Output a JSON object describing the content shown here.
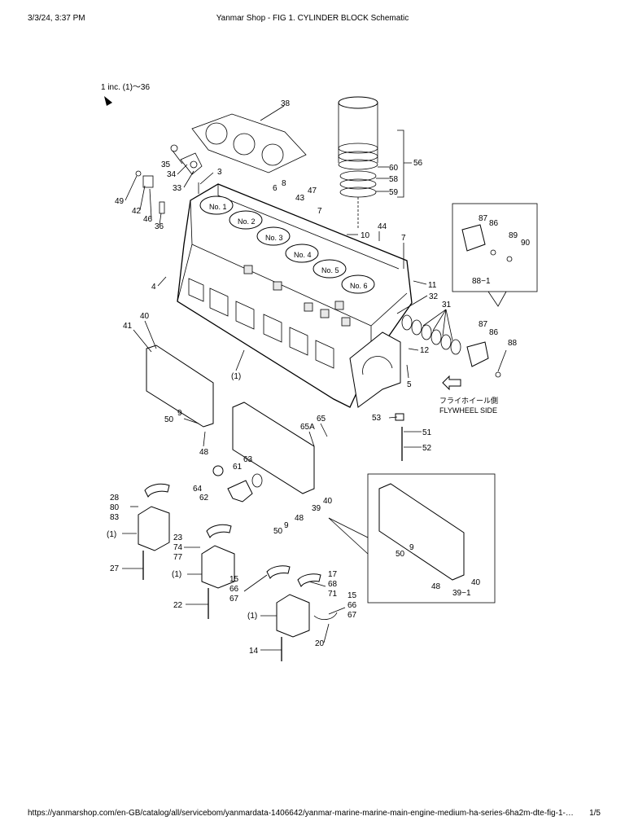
{
  "header": {
    "datetime": "3/3/24, 3:37 PM",
    "title": "Yanmar Shop - FIG 1. CYLINDER BLOCK Schematic"
  },
  "footer": {
    "url": "https://yanmarshop.com/en-GB/catalog/all/servicebom/yanmardata-1406642/yanmar-marine-marine-main-engine-medium-ha-series-6ha2m-dte-fig-1-…",
    "page": "1/5"
  },
  "diagram": {
    "inc_note": "1 inc. (1)～36",
    "flywheel_jp": "フライホイール側",
    "flywheel_en": "FLYWHEEL SIDE",
    "cylinders": [
      "No. 1",
      "No. 2",
      "No. 3",
      "No. 4",
      "No. 5",
      "No. 6"
    ],
    "callouts": {
      "c38": "38",
      "c56": "56",
      "c60": "60",
      "c58": "58",
      "c59": "59",
      "c35": "35",
      "c34": "34",
      "c33": "33",
      "c3": "3",
      "c49": "49",
      "c42": "42",
      "c46": "46",
      "c36": "36",
      "c6": "6",
      "c8": "8",
      "c43": "43",
      "c47": "47",
      "c7a": "7",
      "c10": "10",
      "c44": "44",
      "c7b": "7",
      "c11": "11",
      "c4": "4",
      "c32": "32",
      "c31": "31",
      "c12": "12",
      "c5": "5",
      "c87a": "87",
      "c86a": "86",
      "c89": "89",
      "c90": "90",
      "c88_1": "88−1",
      "c87b": "87",
      "c86b": "86",
      "c88": "88",
      "c40a": "40",
      "c41": "41",
      "c1a": "(1)",
      "c9a": "9",
      "c50a": "50",
      "c48a": "48",
      "c53": "53",
      "c51": "51",
      "c52": "52",
      "c65": "65",
      "c65a": "65A",
      "c63": "63",
      "c61": "61",
      "c64": "64",
      "c62": "62",
      "c50b": "50",
      "c9b": "9",
      "c48b": "48",
      "c39": "39",
      "c40b": "40",
      "c9c": "9",
      "c50c": "50",
      "c48c": "48",
      "c39_1": "39−1",
      "c40c": "40",
      "c28": "28",
      "c80": "80",
      "c83": "83",
      "c1b": "(1)",
      "c27": "27",
      "c23": "23",
      "c74": "74",
      "c77": "77",
      "c1c": "(1)",
      "c22": "22",
      "c17": "17",
      "c68": "68",
      "c71": "71",
      "c15a": "15",
      "c66a": "66",
      "c67a": "67",
      "c15b": "15",
      "c66b": "66",
      "c67b": "67",
      "c1d": "(1)",
      "c20": "20",
      "c14": "14"
    }
  }
}
